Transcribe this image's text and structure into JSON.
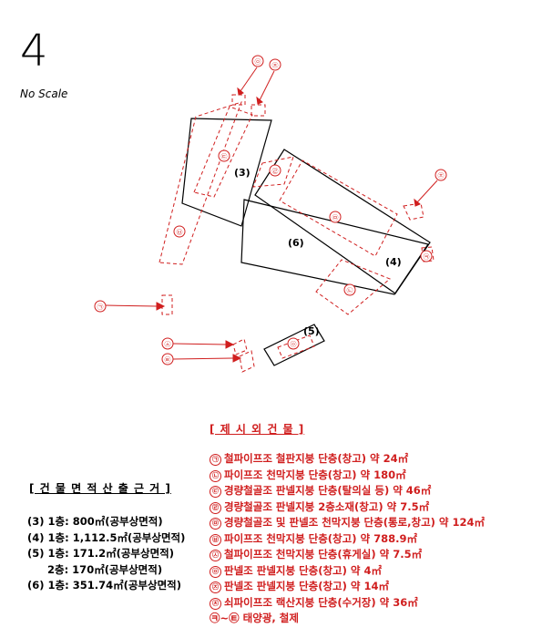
{
  "north_glyph": "4",
  "scale_label": "No Scale",
  "building_labels": [
    "(3)",
    "(6)",
    "(4)",
    "(5)"
  ],
  "markers": [
    "㉠",
    "㉡",
    "㉢",
    "㉣",
    "㉤",
    "㉥",
    "㉦",
    "㉧",
    "㉨",
    "㉩",
    "㉪",
    "㉫"
  ],
  "area_basis": {
    "title": "[ 건 물 면 적 산 출 근 거 ]",
    "items": [
      "(3) 1층: 800㎡(공부상면적)",
      "(4) 1층: 1,112.5㎡(공부상면적)",
      "(5) 1층: 171.2㎡(공부상면적)",
      "2층: 170㎡(공부상면적)",
      "(6) 1층: 351.74㎡(공부상면적)"
    ]
  },
  "excluded": {
    "title": "[ 제 시 외 건 물 ]",
    "items": [
      {
        "marker": "㉠",
        "text": "철파이프조 철판지붕 단층(창고) 약 24㎡"
      },
      {
        "marker": "㉡",
        "text": "파이프조 천막지붕 단층(창고) 약 180㎡"
      },
      {
        "marker": "㉢",
        "text": "경량철골조 판넬지붕 단층(탈의실 등) 약 46㎡"
      },
      {
        "marker": "㉣",
        "text": "경량철골조 판넬지붕 2층소재(창고) 약 7.5㎡"
      },
      {
        "marker": "㉤",
        "text": "경량철골조 및 판넬조 천막지붕 단층(통로,창고) 약 124㎡"
      },
      {
        "marker": "㉥",
        "text": "파이프조 천막지붕 단층(창고) 약 788.9㎡"
      },
      {
        "marker": "㉦",
        "text": "철파이프조 천막지붕 단층(휴게실) 약 7.5㎡"
      },
      {
        "marker": "㉧",
        "text": "판넬조 판넬지붕 단층(창고) 약 4㎡"
      },
      {
        "marker": "㉨",
        "text": "판넬조 판넬지붕 단층(창고) 약 14㎡"
      },
      {
        "marker": "㉩",
        "text": "쇠파이프조 랙산지붕 단층(수거장) 약 36㎡"
      },
      {
        "marker": "㉪~㉫",
        "text": "태양광, 철제"
      }
    ]
  },
  "colors": {
    "red": "#d01e1e",
    "black": "#000000"
  }
}
